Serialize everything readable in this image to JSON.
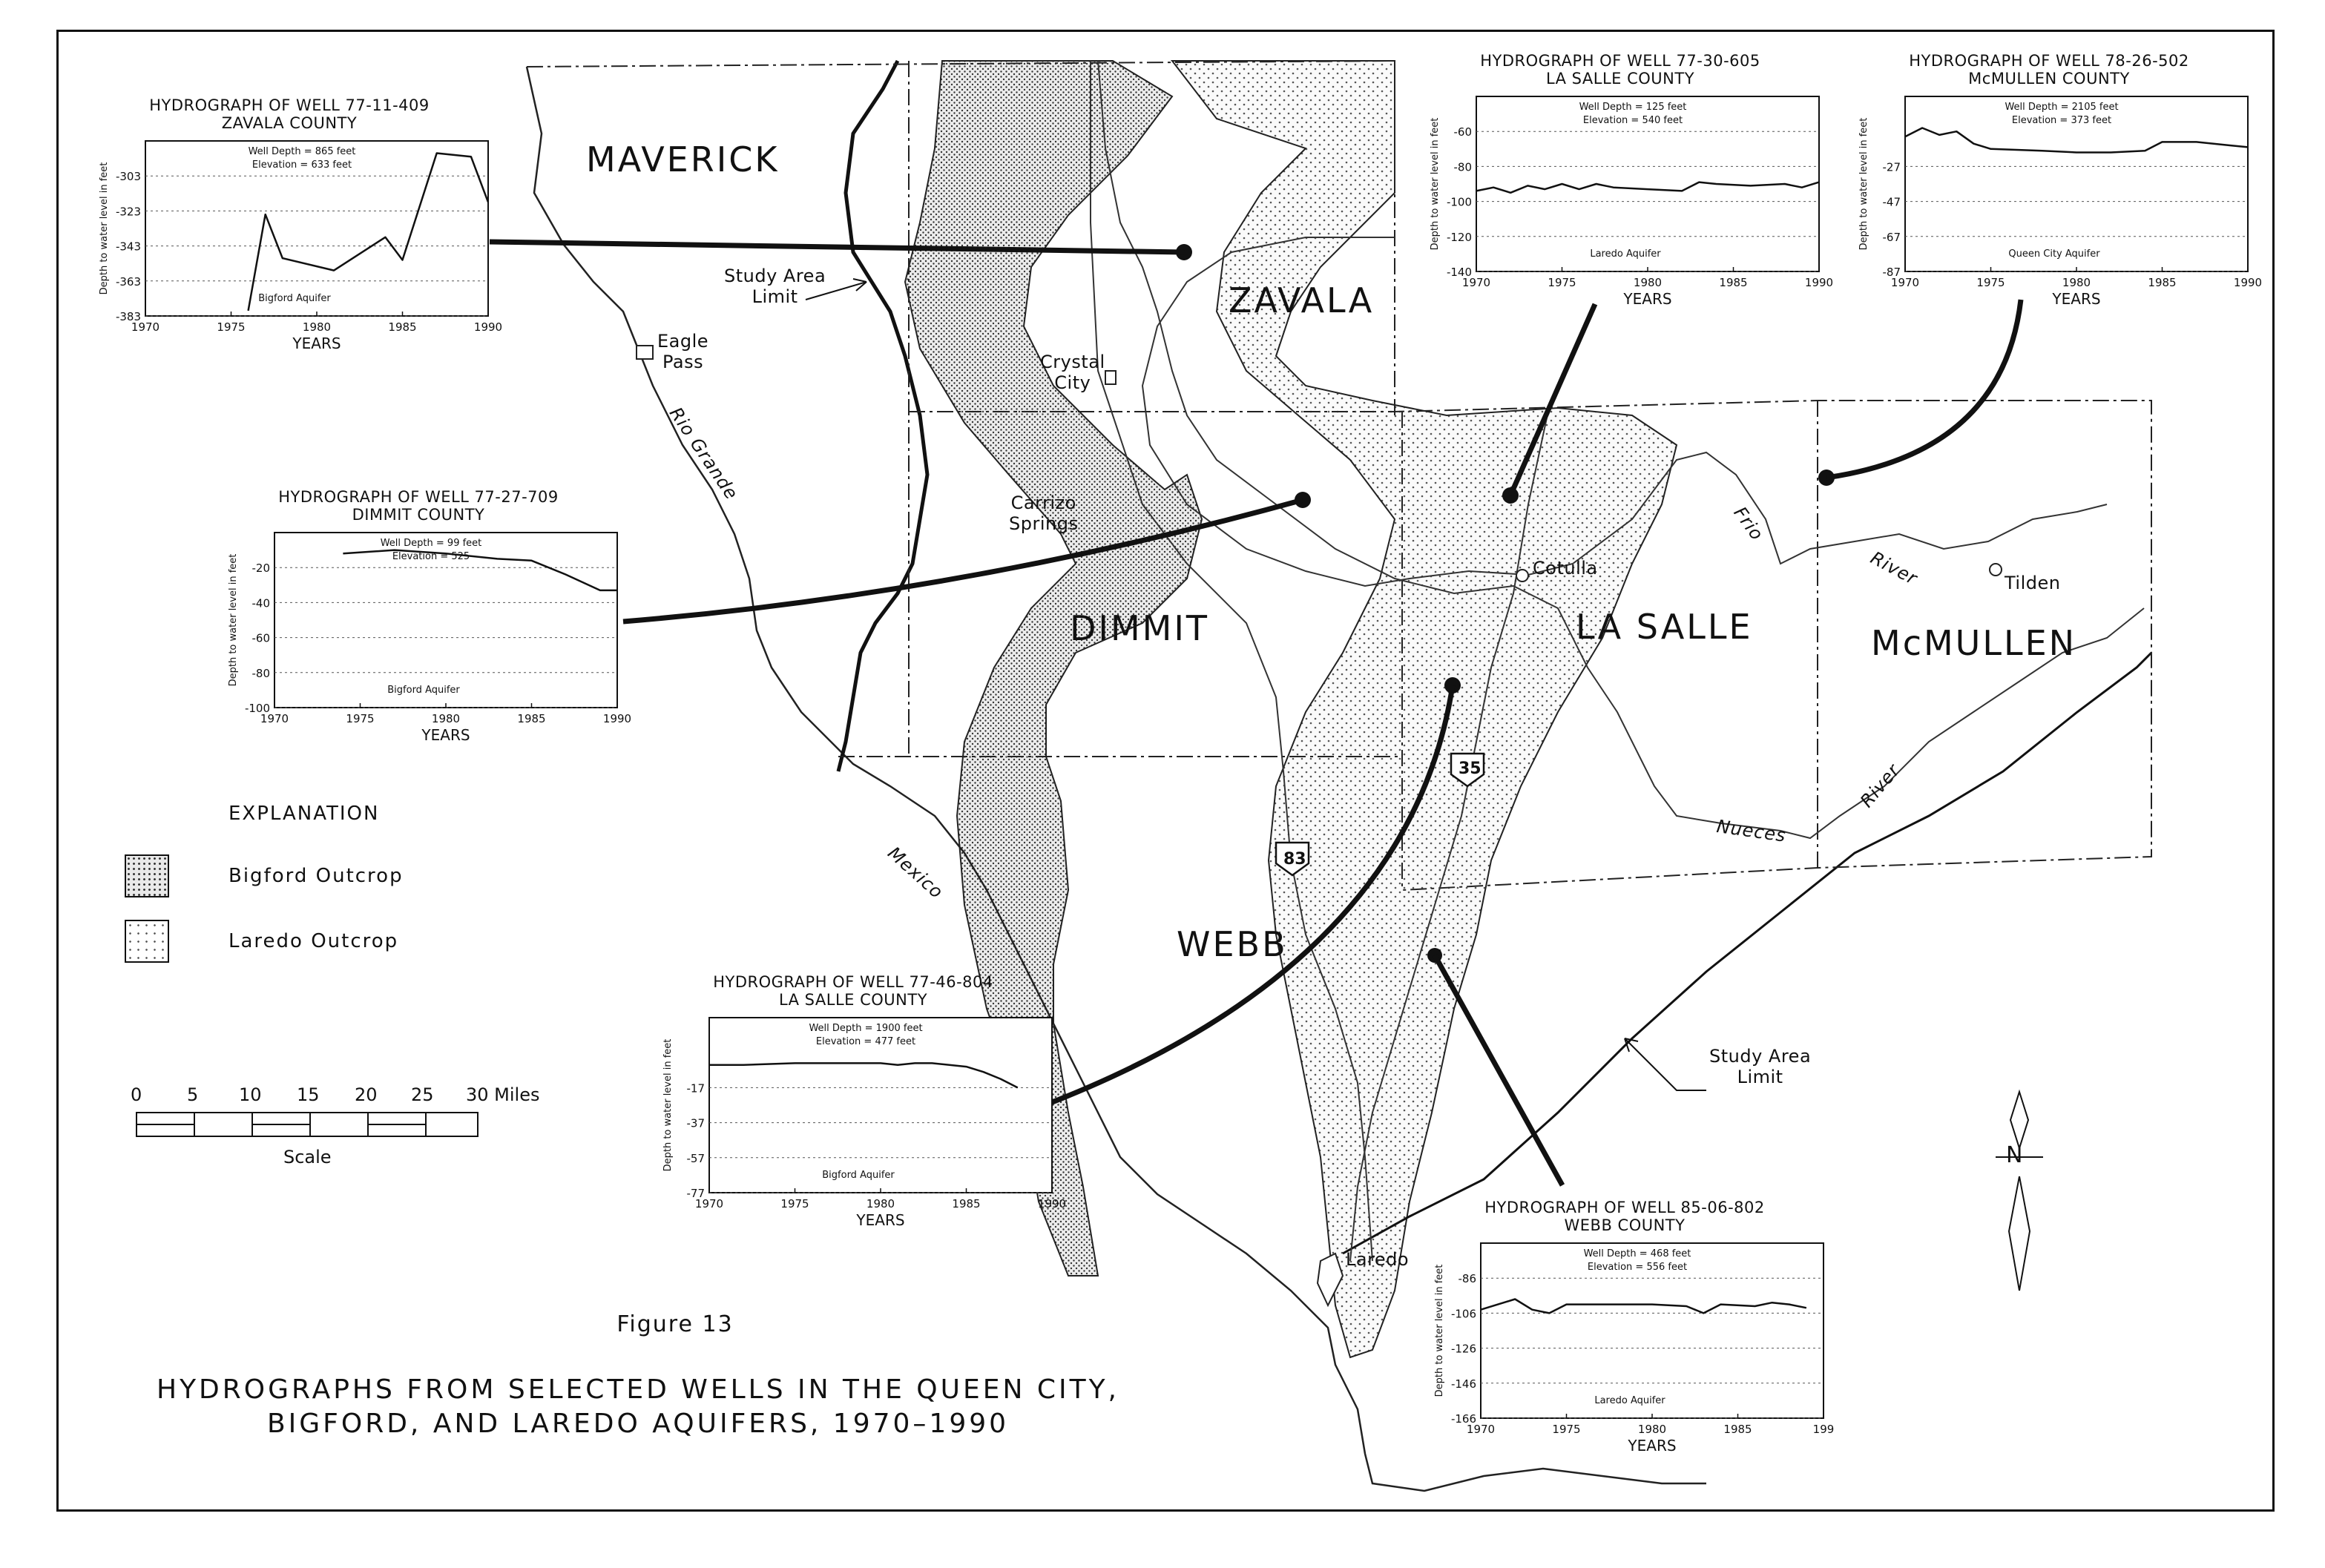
{
  "figure": {
    "number": "Figure 13",
    "title_line1": "HYDROGRAPHS FROM SELECTED WELLS IN THE QUEEN CITY,",
    "title_line2": "BIGFORD, AND LAREDO AQUIFERS, 1970–1990"
  },
  "counties": [
    "MAVERICK",
    "ZAVALA",
    "DIMMIT",
    "LA SALLE",
    "McMULLEN",
    "WEBB"
  ],
  "places": {
    "eagle_pass": "Eagle\nPass",
    "crystal_city": "Crystal\nCity",
    "carrizo_springs": "Carrizo\nSprings",
    "cotulla": "Cotulla",
    "tilden": "Tilden",
    "laredo": "Laredo",
    "mexico": "Mexico"
  },
  "rivers": {
    "rio_grande": "Rio Grande",
    "frio": "Frio",
    "river_frio": "River",
    "nueces": "Nueces",
    "river_nueces": "River"
  },
  "highways": [
    "83",
    "35"
  ],
  "study_area_label": "Study Area\nLimit",
  "legend": {
    "title": "EXPLANATION",
    "items": [
      {
        "label": "Bigford Outcrop",
        "pattern": "dense-dots"
      },
      {
        "label": "Laredo Outcrop",
        "pattern": "sparse-dots"
      }
    ]
  },
  "scale": {
    "ticks": [
      "0",
      "5",
      "10",
      "15",
      "20",
      "25",
      "30 Miles"
    ],
    "label": "Scale"
  },
  "north_arrow": {
    "label": "N"
  },
  "chart_data": [
    {
      "type": "line",
      "title": "HYDROGRAPH OF WELL 77-11-409",
      "subtitle": "ZAVALA COUNTY",
      "xlabel": "YEARS",
      "ylabel": "Depth to water level in feet",
      "x_ticks": [
        "1970",
        "1975",
        "1980",
        "1985",
        "1990"
      ],
      "y_ticks": [
        "-303",
        "-323",
        "-343",
        "-363",
        "-383"
      ],
      "xlim": [
        1970,
        1990
      ],
      "ylim": [
        -383,
        -283
      ],
      "well_depth": "Well Depth = 865 feet",
      "elevation": "Elevation = 633 feet",
      "aquifer": "Bigford Aquifer",
      "x": [
        1976,
        1977,
        1978,
        1981,
        1984,
        1985,
        1987,
        1989,
        1990
      ],
      "y": [
        -380,
        -325,
        -350,
        -357,
        -338,
        -351,
        -290,
        -292,
        -318
      ]
    },
    {
      "type": "line",
      "title": "HYDROGRAPH OF WELL 77-27-709",
      "subtitle": "DIMMIT COUNTY",
      "xlabel": "YEARS",
      "ylabel": "Depth to water level in feet",
      "x_ticks": [
        "1970",
        "1975",
        "1980",
        "1985",
        "1990"
      ],
      "y_ticks": [
        "-20",
        "-40",
        "-60",
        "-80",
        "-100"
      ],
      "xlim": [
        1970,
        1990
      ],
      "ylim": [
        -100,
        0
      ],
      "well_depth": "Well Depth = 99 feet",
      "elevation": "Elevation = 525",
      "aquifer": "Bigford Aquifer",
      "x": [
        1974,
        1977,
        1980,
        1983,
        1985,
        1987,
        1989,
        1990
      ],
      "y": [
        -12,
        -10,
        -12,
        -15,
        -16,
        -24,
        -33,
        -33
      ]
    },
    {
      "type": "line",
      "title": "HYDROGRAPH OF WELL 77-30-605",
      "subtitle": "LA SALLE COUNTY",
      "xlabel": "YEARS",
      "ylabel": "Depth to water level in feet",
      "x_ticks": [
        "1970",
        "1975",
        "1980",
        "1985",
        "1990"
      ],
      "y_ticks": [
        "-60",
        "-80",
        "-100",
        "-120",
        "-140"
      ],
      "xlim": [
        1970,
        1990
      ],
      "ylim": [
        -140,
        -40
      ],
      "well_depth": "Well Depth = 125 feet",
      "elevation": "Elevation = 540 feet",
      "aquifer": "Laredo Aquifer",
      "x": [
        1970,
        1971,
        1972,
        1973,
        1974,
        1975,
        1976,
        1977,
        1978,
        1980,
        1982,
        1983,
        1984,
        1986,
        1988,
        1989,
        1990
      ],
      "y": [
        -94,
        -92,
        -95,
        -91,
        -93,
        -90,
        -93,
        -90,
        -92,
        -93,
        -94,
        -89,
        -90,
        -91,
        -90,
        -92,
        -89
      ]
    },
    {
      "type": "line",
      "title": "HYDROGRAPH OF WELL 78-26-502",
      "subtitle": "McMULLEN COUNTY",
      "xlabel": "YEARS",
      "ylabel": "Depth to water level in feet",
      "x_ticks": [
        "1970",
        "1975",
        "1980",
        "1985",
        "1990"
      ],
      "y_ticks": [
        "-27",
        "-47",
        "-67",
        "-87"
      ],
      "xlim": [
        1970,
        1990
      ],
      "ylim": [
        -87,
        13
      ],
      "well_depth": "Well Depth = 2105 feet",
      "elevation": "Elevation = 373 feet",
      "aquifer": "Queen City Aquifer",
      "x": [
        1970,
        1971,
        1972,
        1973,
        1974,
        1975,
        1978,
        1980,
        1982,
        1984,
        1985,
        1987,
        1989,
        1990
      ],
      "y": [
        -10,
        -5,
        -9,
        -7,
        -14,
        -17,
        -18,
        -19,
        -19,
        -18,
        -13,
        -13,
        -15,
        -16
      ]
    },
    {
      "type": "line",
      "title": "HYDROGRAPH OF WELL 77-46-804",
      "subtitle": "LA SALLE COUNTY",
      "xlabel": "YEARS",
      "ylabel": "Depth to water level in feet",
      "x_ticks": [
        "1970",
        "1975",
        "1980",
        "1985",
        "1990"
      ],
      "y_ticks": [
        "-17",
        "-37",
        "-57",
        "-77"
      ],
      "xlim": [
        1970,
        1990
      ],
      "ylim": [
        -77,
        23
      ],
      "well_depth": "Well Depth = 1900 feet",
      "elevation": "Elevation = 477 feet",
      "aquifer": "Bigford Aquifer",
      "x": [
        1970,
        1972,
        1975,
        1978,
        1980,
        1981,
        1982,
        1983,
        1985,
        1986,
        1987,
        1988
      ],
      "y": [
        -4,
        -4,
        -3,
        -3,
        -3,
        -4,
        -3,
        -3,
        -5,
        -8,
        -12,
        -17
      ]
    },
    {
      "type": "line",
      "title": "HYDROGRAPH OF WELL 85-06-802",
      "subtitle": "WEBB COUNTY",
      "xlabel": "YEARS",
      "ylabel": "Depth to water level in feet",
      "x_ticks": [
        "1970",
        "1975",
        "1980",
        "1985",
        "199"
      ],
      "y_ticks": [
        "-86",
        "-106",
        "-126",
        "-146",
        "-166"
      ],
      "xlim": [
        1970,
        1990
      ],
      "ylim": [
        -166,
        -66
      ],
      "well_depth": "Well Depth = 468 feet",
      "elevation": "Elevation = 556 feet",
      "aquifer": "Laredo Aquifer",
      "x": [
        1970,
        1972,
        1973,
        1974,
        1975,
        1978,
        1980,
        1982,
        1983,
        1984,
        1986,
        1987,
        1988,
        1989
      ],
      "y": [
        -104,
        -98,
        -104,
        -106,
        -101,
        -101,
        -101,
        -102,
        -106,
        -101,
        -102,
        -100,
        -101,
        -103
      ]
    }
  ]
}
